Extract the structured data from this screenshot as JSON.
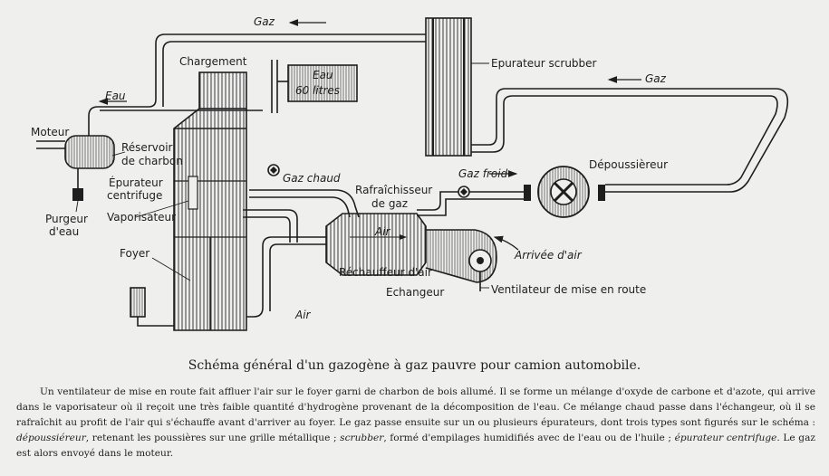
{
  "labels": {
    "gaz_top": "Gaz",
    "epurateur_scrubber": "Epurateur scrubber",
    "chargement": "Chargement",
    "eau_tank_line1": "Eau",
    "eau_tank_line2": "60 litres",
    "eau_arrow": "Eau",
    "gaz_right": "Gaz",
    "moteur": "Moteur",
    "reservoir_line1": "Réservoir",
    "reservoir_line2": "de charbon",
    "epurateur_centrifuge_line1": "Épurateur",
    "epurateur_centrifuge_line2": "centrifuge",
    "purgeur_line1": "Purgeur",
    "purgeur_line2": "d'eau",
    "vaporisateur": "Vaporisateur",
    "gaz_chaud": "Gaz chaud",
    "rafraichisseur_line1": "Rafraîchisseur",
    "rafraichisseur_line2": "de gaz",
    "gaz_froid": "Gaz froid",
    "depoussiereur": "Dépoussièreur",
    "foyer": "Foyer",
    "air_exchanger": "Air",
    "rechauffeur": "Réchauffeur d'air",
    "echangeur": "Echangeur",
    "arrivee_air": "Arrivée d'air",
    "ventilateur": "Ventilateur de mise en route",
    "air_bottom": "Air"
  },
  "caption": "Schéma général d'un gazogène à gaz pauvre pour camion automobile.",
  "description": {
    "p1": "Un ventilateur de mise en route fait affluer l'air sur le foyer garni de charbon de bois allumé. Il se forme un mélange d'oxyde de carbone et d'azote, qui arrive dans le vaporisateur où il reçoit une très faible quantité d'hydrogène provenant de la décomposition de l'eau. Ce mélange chaud passe dans l'échangeur, où il se rafraîchit au profit de l'air qui s'échauffe avant d'arriver au foyer. Le gaz passe ensuite sur un ou plusieurs épurateurs, dont trois types sont figurés sur le schéma : ",
    "t1": "dépoussiéreur",
    "p2": ", retenant les poussières sur une grille métallique ; ",
    "t2": "scrubber",
    "p3": ", formé d'empilages humidifiés avec de l'eau ou de l'huile ; ",
    "t3": "épurateur centrifuge",
    "p4": ". Le gaz est alors envoyé dans le moteur."
  }
}
